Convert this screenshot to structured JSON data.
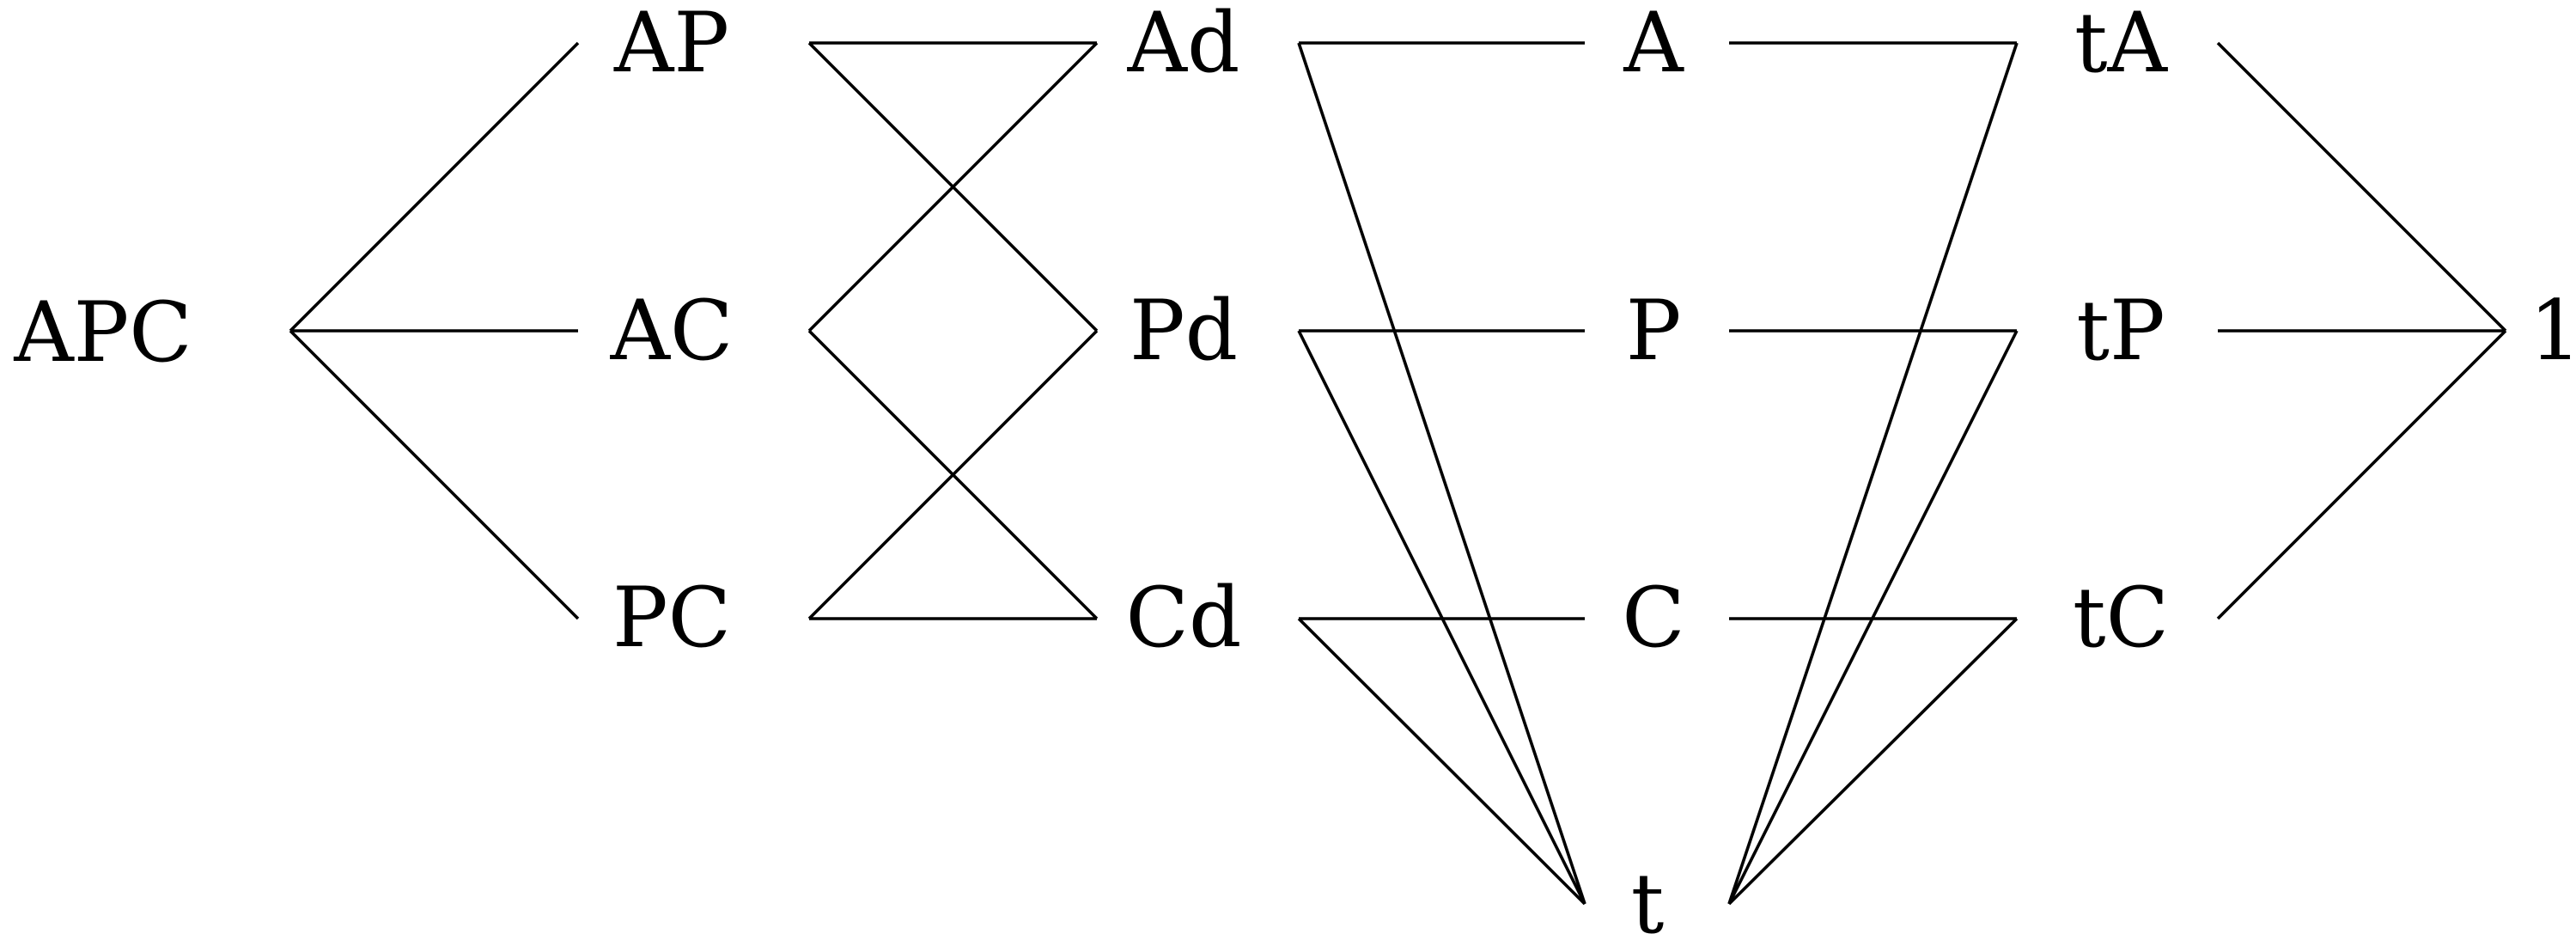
{
  "diagram": {
    "nodes": [
      {
        "id": "APC",
        "label": "APC"
      },
      {
        "id": "AP",
        "label": "AP"
      },
      {
        "id": "AC",
        "label": "AC"
      },
      {
        "id": "PC",
        "label": "PC"
      },
      {
        "id": "Ad",
        "label": "Ad"
      },
      {
        "id": "Pd",
        "label": "Pd"
      },
      {
        "id": "Cd",
        "label": "Cd"
      },
      {
        "id": "A",
        "label": "A"
      },
      {
        "id": "P",
        "label": "P"
      },
      {
        "id": "C",
        "label": "C"
      },
      {
        "id": "t",
        "label": "t"
      },
      {
        "id": "tA",
        "label": "tA"
      },
      {
        "id": "tP",
        "label": "tP"
      },
      {
        "id": "tC",
        "label": "tC"
      },
      {
        "id": "one",
        "label": "1"
      }
    ],
    "edges": [
      [
        "APC",
        "AP"
      ],
      [
        "APC",
        "AC"
      ],
      [
        "APC",
        "PC"
      ],
      [
        "AP",
        "Ad"
      ],
      [
        "AP",
        "Pd"
      ],
      [
        "AC",
        "Ad"
      ],
      [
        "AC",
        "Cd"
      ],
      [
        "PC",
        "Pd"
      ],
      [
        "PC",
        "Cd"
      ],
      [
        "Ad",
        "A"
      ],
      [
        "Ad",
        "t"
      ],
      [
        "Pd",
        "P"
      ],
      [
        "Pd",
        "t"
      ],
      [
        "Cd",
        "C"
      ],
      [
        "Cd",
        "t"
      ],
      [
        "A",
        "tA"
      ],
      [
        "P",
        "tP"
      ],
      [
        "C",
        "tC"
      ],
      [
        "t",
        "tA"
      ],
      [
        "t",
        "tP"
      ],
      [
        "t",
        "tC"
      ],
      [
        "tA",
        "one"
      ],
      [
        "tP",
        "one"
      ],
      [
        "tC",
        "one"
      ]
    ],
    "colors": {
      "line": "#000000",
      "text": "#000000",
      "background": "#ffffff"
    }
  }
}
